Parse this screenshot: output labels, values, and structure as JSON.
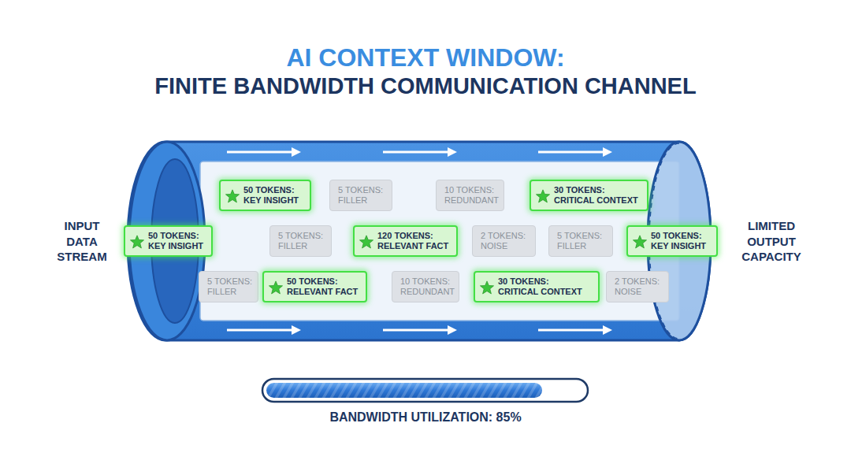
{
  "diagram": {
    "title": "AI CONTEXT WINDOW: FINITE BANDWIDTH COMMUNICATION CHANNEL",
    "nodes": [
      {
        "text": [
          "50 TOKENS: KEY INSIGHT"
        ]
      },
      {
        "text": [
          "5 TOKENS: FILLER"
        ]
      },
      {
        "text": [
          "10 TOKENS: REDUNDANT"
        ]
      },
      {
        "text": [
          "30 TOKENS: CRITICAL CONTEXT"
        ]
      },
      {
        "text": [
          "50 TOKENS: KEY INSIGHT"
        ]
      },
      {
        "text": [
          "5 TOKENS: FILLER"
        ]
      },
      {
        "text": [
          "120 TOKENS: RELEVANT FACT"
        ]
      },
      {
        "text": [
          "2 TOKENS: NOISE"
        ]
      },
      {
        "text": [
          "5 TOKENS: FILLER"
        ]
      },
      {
        "text": [
          "50 TOKENS: KEY INSIGHT"
        ]
      },
      {
        "text": [
          "5 TOKENS: FILLER"
        ]
      },
      {
        "text": [
          "50 TOKENS: RELEVANT FACT"
        ]
      },
      {
        "text": [
          "10 TOKENS: REDUNDANT"
        ]
      },
      {
        "text": [
          "30 TOKENS: CRITICAL CONTEXT"
        ]
      },
      {
        "text": [
          "2 TOKENS: NOISE"
        ]
      }
    ],
    "labels": [
      "INPUT DATA STREAM",
      "LIMITED OUTPUT CAPACITY",
      "BANDWIDTH UTILIZATION: 85%"
    ]
  }
}
